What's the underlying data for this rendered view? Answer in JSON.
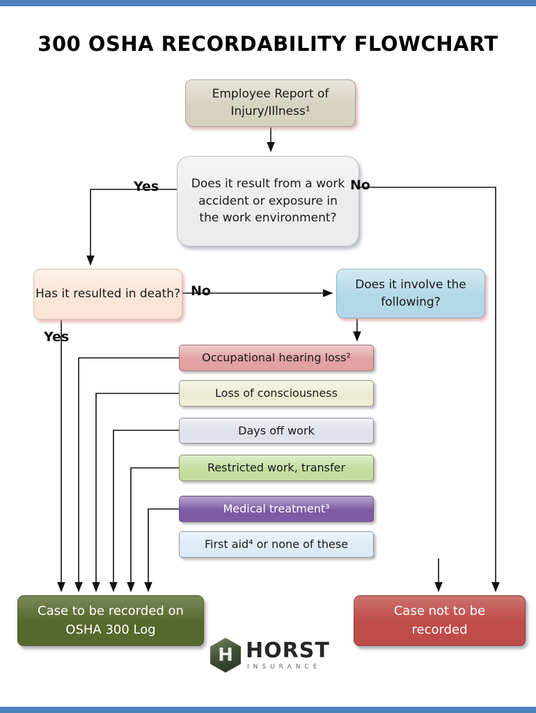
{
  "title": "300 OSHA RECORDABILITY FLOWCHART",
  "flowchart": {
    "start": {
      "label": "Employee Report of Injury/Illness¹"
    },
    "q_accident": {
      "label": "Does it result from a work accident or exposure in the work environment?"
    },
    "q_death": {
      "label": "Has it resulted in death?"
    },
    "q_involve": {
      "label": "Does it involve the following?"
    },
    "options": [
      {
        "label": "Occupational hearing loss²"
      },
      {
        "label": "Loss of consciousness"
      },
      {
        "label": "Days off work"
      },
      {
        "label": "Restricted work, transfer"
      },
      {
        "label": "Medical treatment³"
      },
      {
        "label": "First aid⁴ or none of these"
      }
    ],
    "outcome_recorded": {
      "label": "Case to be recorded on OSHA 300 Log"
    },
    "outcome_not_recorded": {
      "label": "Case not to be recorded"
    },
    "edge_labels": {
      "yes_top": "Yes",
      "no_top": "No",
      "no_middle": "No",
      "yes_bottom": "Yes"
    }
  },
  "logo": {
    "monogram": "H",
    "name": "HORST",
    "tagline": "INSURANCE"
  },
  "colors": {
    "frame_blue": "#4f81bd",
    "employee_bg": "#d7d3c1",
    "question_bg": "#ececec",
    "death_bg": "#fbe5d6",
    "involve_bg": "#b2d8e6",
    "hearing_bg": "#e2a2a2",
    "consciousness_bg": "#ebecd2",
    "days_bg": "#e1e1eb",
    "restricted_bg": "#c4dd9f",
    "medical_bg": "#7d5ba3",
    "firstaid_bg": "#ddebf7",
    "recorded_bg": "#57682d",
    "not_recorded_bg": "#bf4c49"
  }
}
